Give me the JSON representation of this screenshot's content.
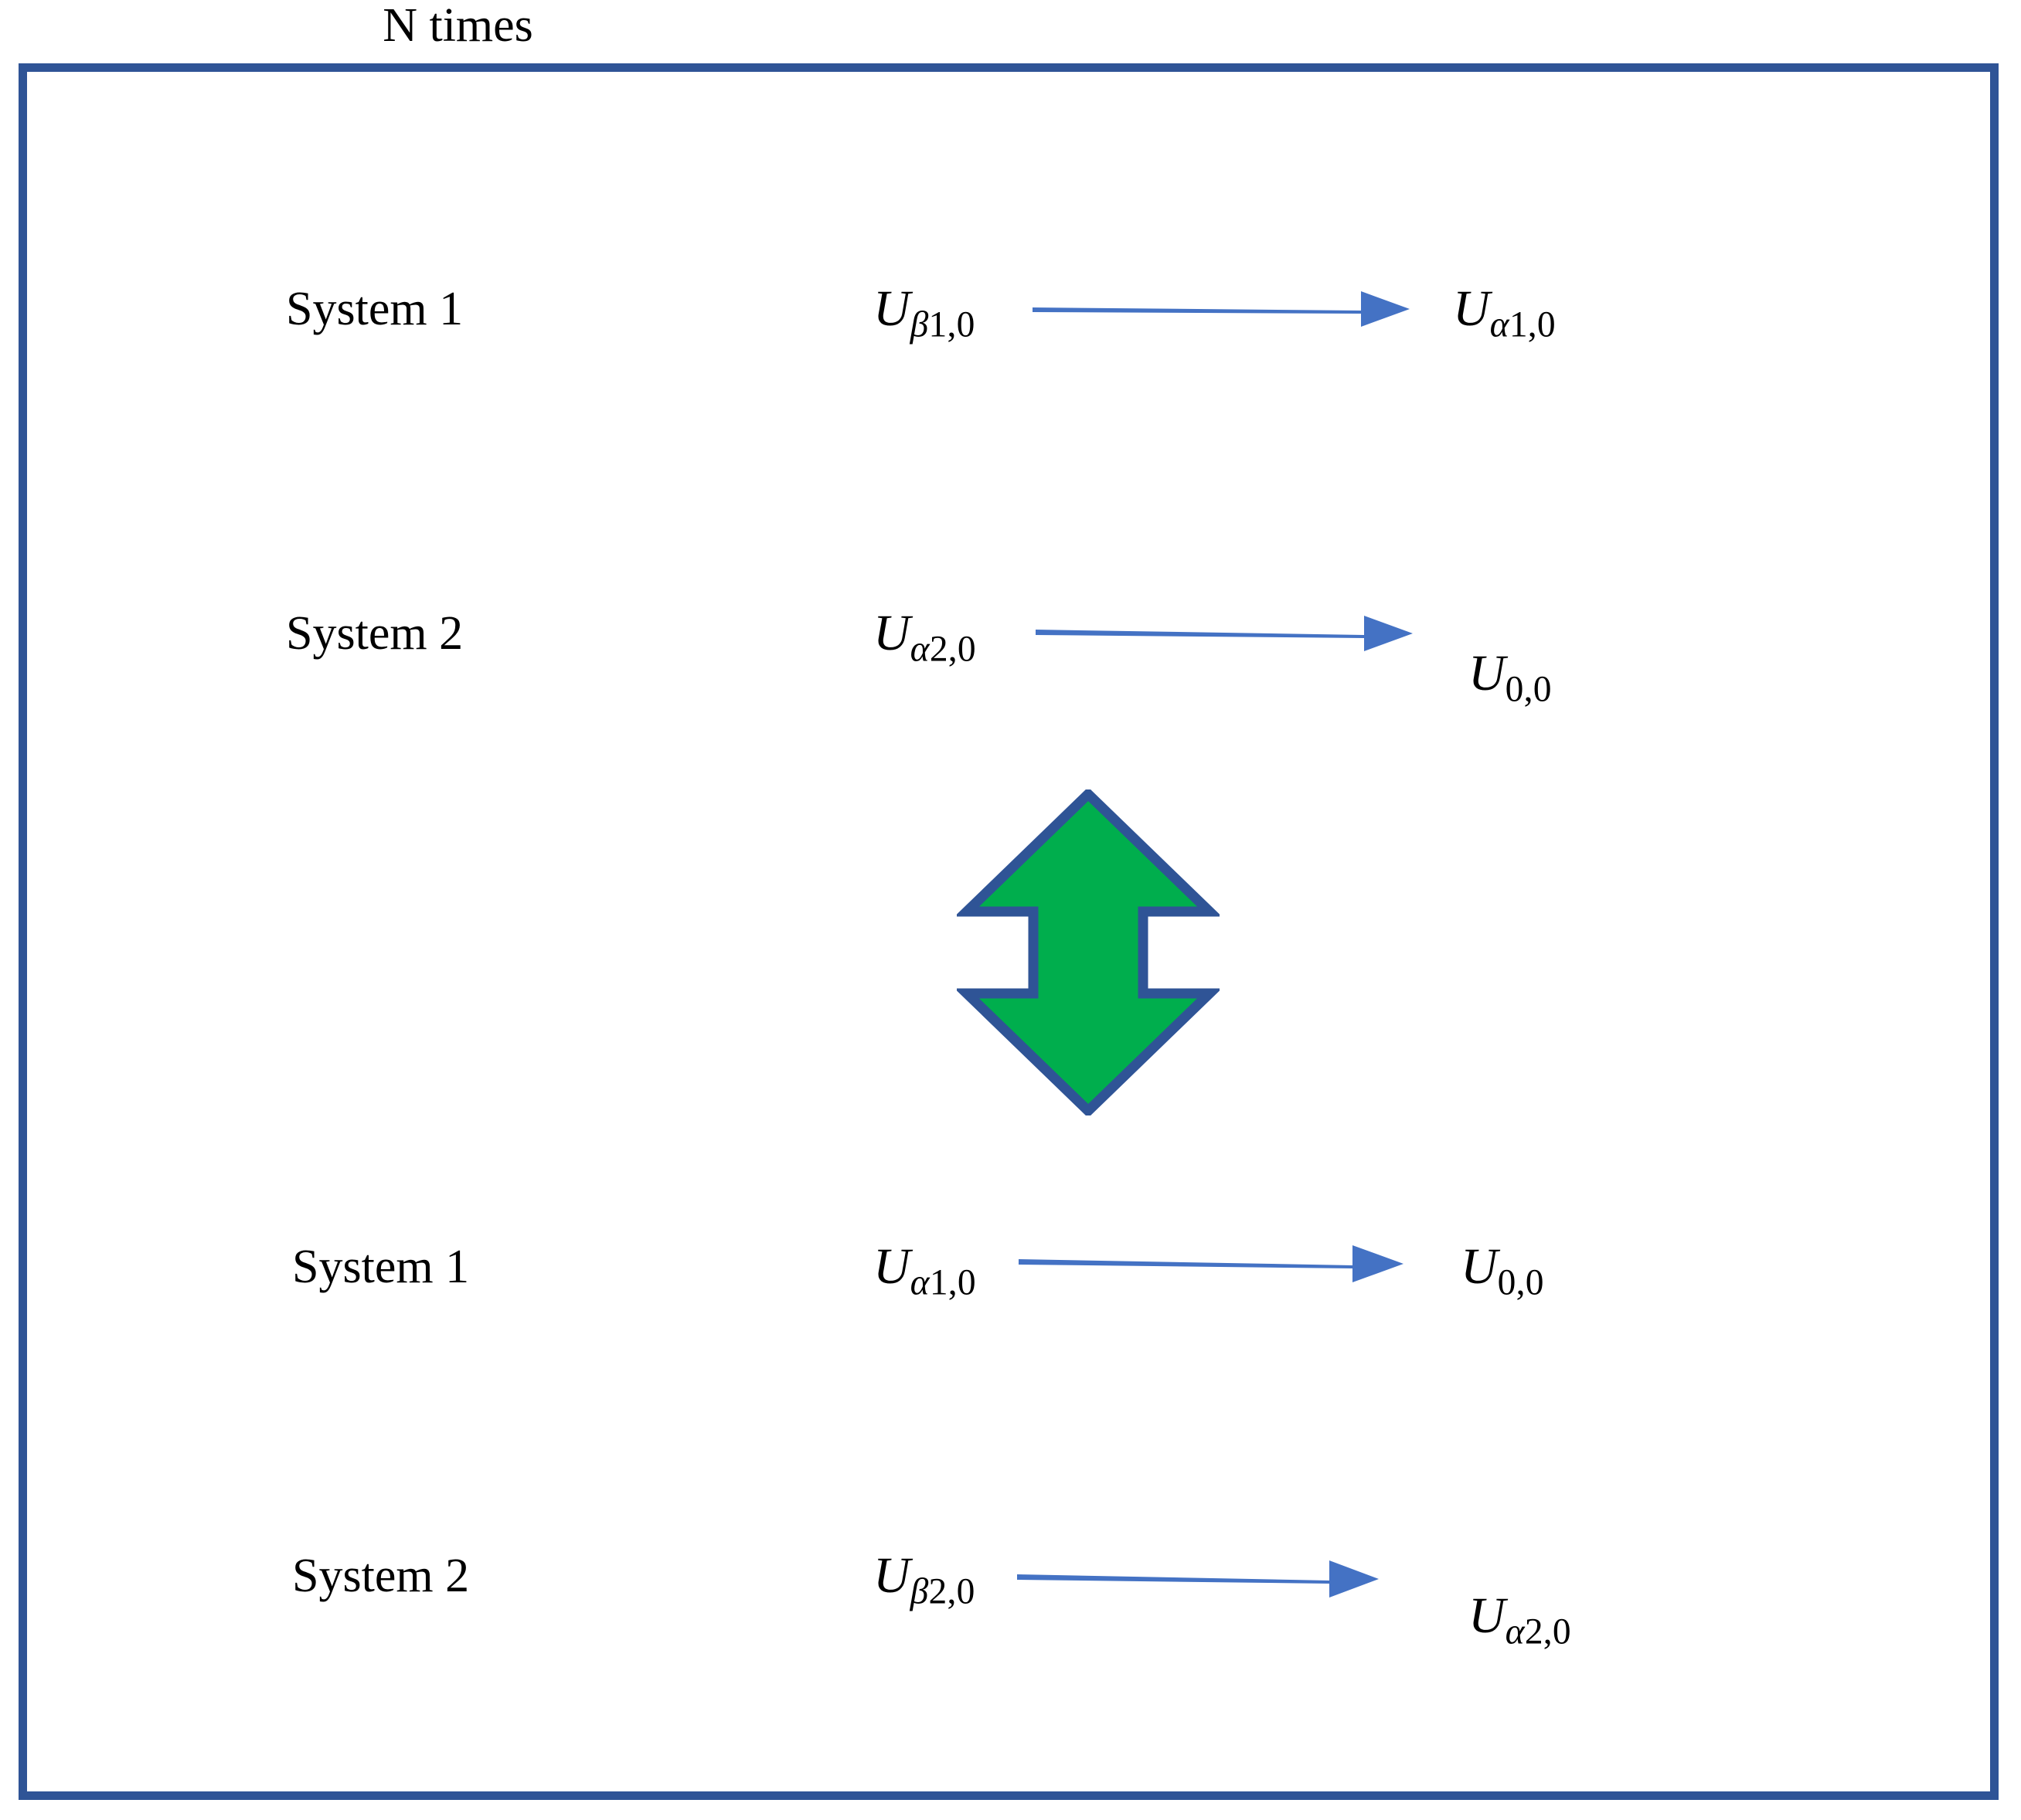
{
  "title": "N times",
  "colors": {
    "frame_border": "#2F5496",
    "arrow_blue": "#4472C4",
    "green_fill": "#00AE4D",
    "green_outline": "#2F5496",
    "text": "#000000",
    "background": "#FFFFFF"
  },
  "rows": [
    {
      "system_label": "System 1",
      "source": {
        "base": "U",
        "sub_greek": "β",
        "sub_rest": "1,0",
        "full": "Uβ1,0"
      },
      "target": {
        "base": "U",
        "sub_greek": "α",
        "sub_rest": "1,0",
        "full": "Uα1,0"
      },
      "arrow": "right-arrow"
    },
    {
      "system_label": "System 2",
      "source": {
        "base": "U",
        "sub_greek": "α",
        "sub_rest": "2,0",
        "full": "Uα2,0"
      },
      "target": {
        "base": "U",
        "sub_greek": "",
        "sub_rest": "0,0",
        "full": "U0,0"
      },
      "arrow": "right-arrow"
    },
    {
      "system_label": "System 1",
      "source": {
        "base": "U",
        "sub_greek": "α",
        "sub_rest": "1,0",
        "full": "Uα1,0"
      },
      "target": {
        "base": "U",
        "sub_greek": "",
        "sub_rest": "0,0",
        "full": "U0,0"
      },
      "arrow": "right-arrow"
    },
    {
      "system_label": "System 2",
      "source": {
        "base": "U",
        "sub_greek": "β",
        "sub_rest": "2,0",
        "full": "Uβ2,0"
      },
      "target": {
        "base": "U",
        "sub_greek": "α",
        "sub_rest": "2,0",
        "full": "Uα2,0"
      },
      "arrow": "right-arrow"
    }
  ],
  "center_icon": {
    "name": "green-up-down-double-arrow",
    "direction": "up-down"
  }
}
